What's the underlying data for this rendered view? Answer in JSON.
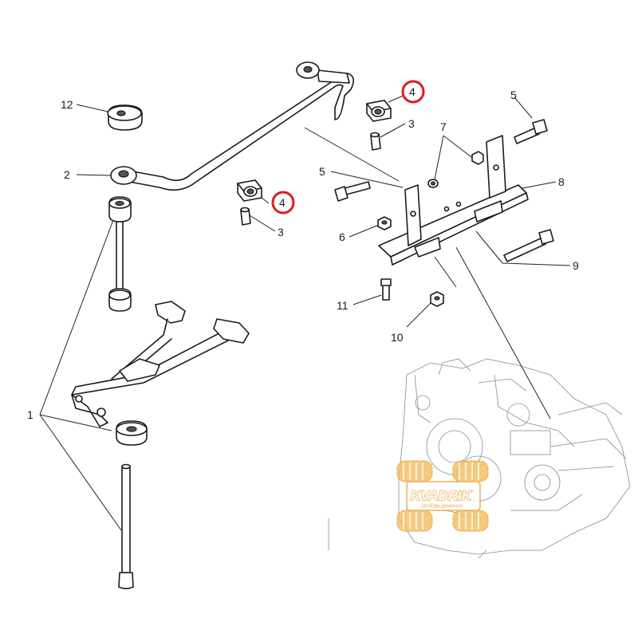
{
  "callouts": {
    "c1": "1",
    "c2": "2",
    "c3a": "3",
    "c3b": "3",
    "c4a": "4",
    "c4b": "4",
    "c5a": "5",
    "c5b": "5",
    "c6": "6",
    "c7": "7",
    "c8": "8",
    "c9": "9",
    "c10": "10",
    "c11": "11",
    "c12": "12"
  },
  "watermark": {
    "brand": "KVADRIK",
    "tagline": "свобода движения"
  },
  "colors": {
    "highlight": "#e01b24",
    "watermark": "#e8a43a"
  }
}
